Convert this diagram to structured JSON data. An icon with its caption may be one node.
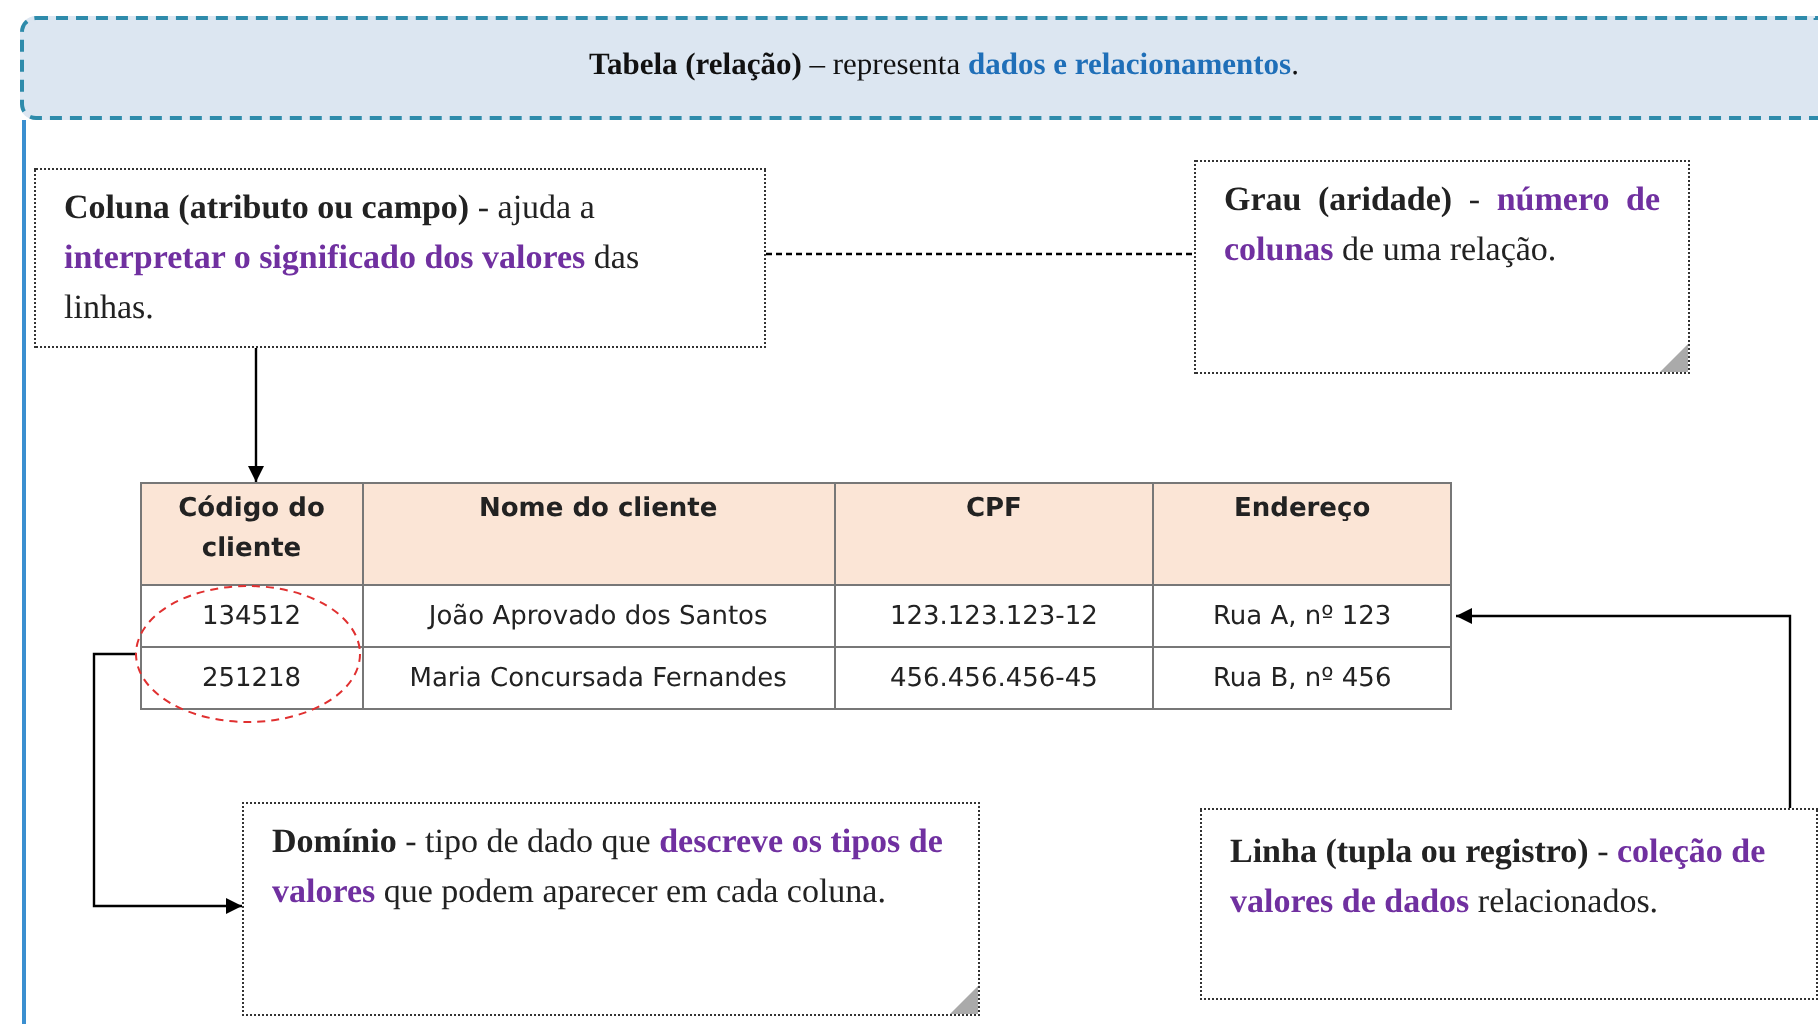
{
  "diagram": {
    "title": "**Tabela (relação)** – representa **dados e relacionamentos**.",
    "nodes": [
      {
        "text": [
          "**Coluna (atributo ou campo)** - ajuda a **interpretar o significado dos valores** das linhas."
        ]
      },
      {
        "text": [
          "**Grau (aridade)** - **número de colunas** de uma relação."
        ]
      },
      {
        "text": [],
        "shape": "box"
      },
      {
        "text": [],
        "shape": "circle"
      },
      {
        "text": [
          "**Domínio** - tipo de dado que **descreve os tipos de valores** que podem aparecer em cada coluna."
        ]
      },
      {
        "text": [
          "**Linha (tupla ou registro)** - **coleção de valores de dados** relacionados."
        ]
      }
    ],
    "edges": [
      {
        "from": 0,
        "to": 1,
        "arrow": "none",
        "style": "dashed"
      },
      {
        "from": 0,
        "to": 2,
        "arrow": "to"
      },
      {
        "from": 3,
        "to": 4,
        "arrow": "to"
      },
      {
        "from": 5,
        "to": 2,
        "arrow": "to"
      }
    ],
    "labels": [
      "Código do cliente",
      "Nome do cliente",
      "CPF",
      "Endereço",
      "134512",
      "João Aprovado dos Santos",
      "123.123.123-12",
      "Rua A, nº 123",
      "251218",
      "Maria Concursada Fernandes",
      "456.456.456-45",
      "Rua B, nº 456"
    ]
  }
}
